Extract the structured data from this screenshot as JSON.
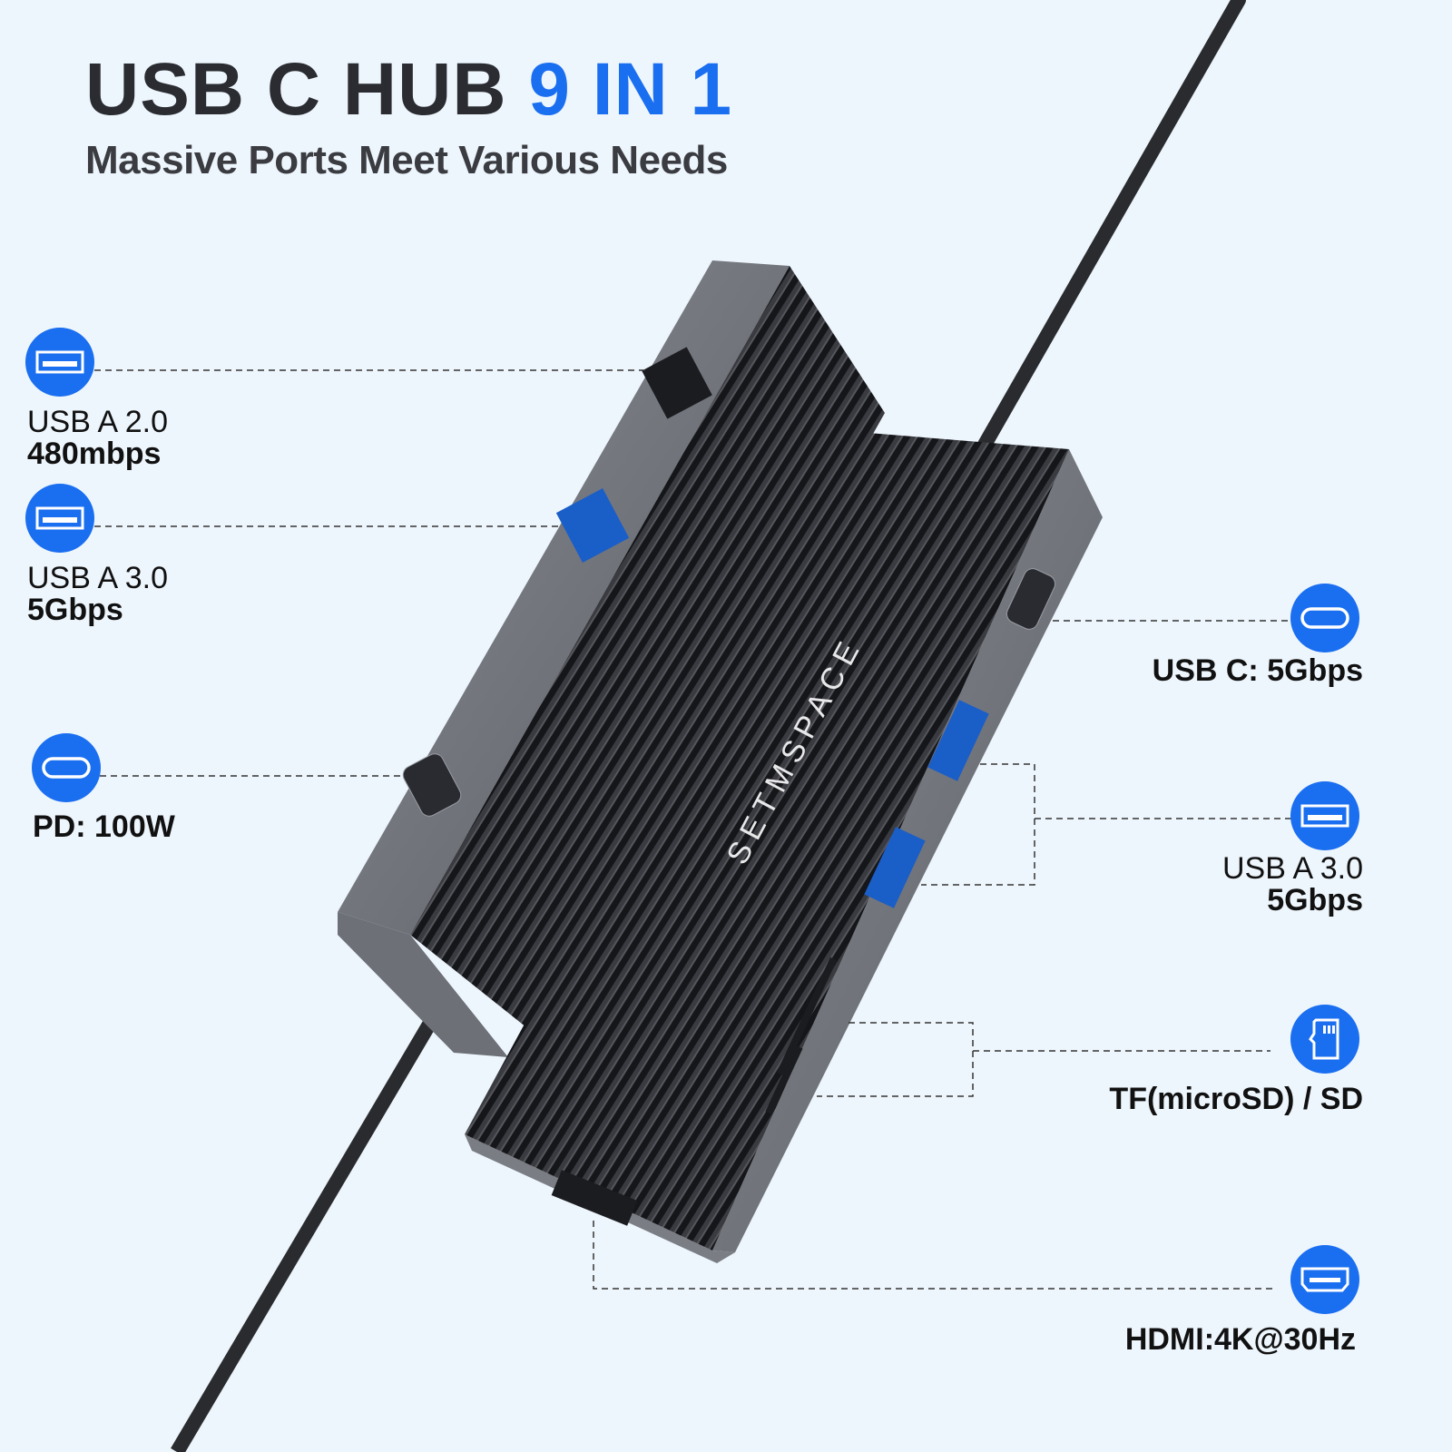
{
  "header": {
    "title_main": "USB C HUB",
    "title_accent": "9 IN 1",
    "subtitle": "Massive Ports Meet Various Needs"
  },
  "colors": {
    "accent": "#1a6ef0",
    "background": "#eef6fd",
    "title": "#2a2c31"
  },
  "product": {
    "brand_logo": "SETMSPACE"
  },
  "ports": [
    {
      "icon": "usb-a-icon",
      "name": "USB A 2.0",
      "spec": "480mbps"
    },
    {
      "icon": "usb-a-icon",
      "name": "USB A 3.0",
      "spec": "5Gbps"
    },
    {
      "icon": "usb-c-icon",
      "label": "PD: 100W"
    },
    {
      "icon": "usb-c-icon",
      "label": "USB C: 5Gbps"
    },
    {
      "icon": "usb-a-icon",
      "name": "USB A 3.0",
      "spec": "5Gbps"
    },
    {
      "icon": "sd-card-icon",
      "label": "TF(microSD) / SD"
    },
    {
      "icon": "hdmi-icon",
      "label": "HDMI:4K@30Hz"
    }
  ]
}
